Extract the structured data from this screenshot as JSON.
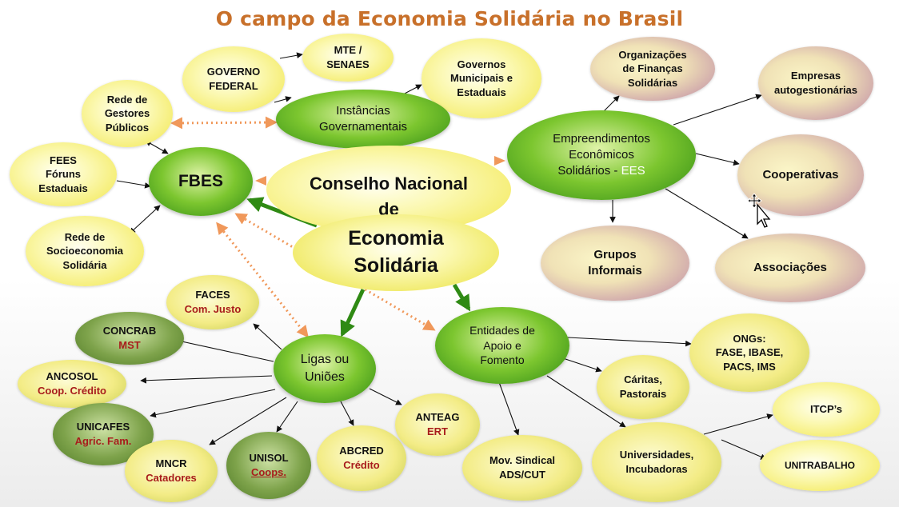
{
  "title": "O campo da Economia Solidária no Brasil",
  "nodes": {
    "governo_federal": [
      "GOVERNO",
      "FEDERAL"
    ],
    "mte": [
      "MTE /",
      "SENAES"
    ],
    "governos_municipais": [
      "Governos",
      "Municipais e",
      "Estaduais"
    ],
    "instancias": [
      "Instâncias",
      "Governamentais"
    ],
    "rede_gestores": [
      "Rede de",
      "Gestores",
      "Públicos"
    ],
    "fees": [
      "FEES",
      "Fóruns",
      "Estaduais"
    ],
    "fbes": "FBES",
    "rede_socio": [
      "Rede de",
      "Socioeconomia",
      "Solidária"
    ],
    "conselho": [
      "Conselho Nacional",
      "de"
    ],
    "economia": [
      "Economia",
      "Solidária"
    ],
    "empreendimentos": [
      "Empreendimentos",
      "Econômicos",
      "Solidários - "
    ],
    "ees": "EES",
    "org_financas": [
      "Organizações",
      "de Finanças",
      "Solidárias"
    ],
    "empresas": [
      "Empresas",
      "autogestionárias"
    ],
    "cooperativas": "Cooperativas",
    "grupos": [
      "Grupos",
      "Informais"
    ],
    "associacoes": "Associações",
    "faces": [
      "FACES",
      "Com. Justo"
    ],
    "concrab": [
      "CONCRAB",
      "MST"
    ],
    "ancosol": [
      "ANCOSOL",
      "Coop. Crédito"
    ],
    "unicafes": [
      "UNICAFES",
      "Agric. Fam."
    ],
    "mncr": [
      "MNCR",
      "Catadores"
    ],
    "unisol": [
      "UNISOL",
      "Coops."
    ],
    "abcred": [
      "ABCRED",
      "Crédito"
    ],
    "anteag": [
      "ANTEAG",
      "ERT"
    ],
    "ligas": [
      "Ligas ou",
      "Uniões"
    ],
    "entidades": [
      "Entidades de",
      "Apoio e",
      "Fomento"
    ],
    "ongs": [
      "ONGs:",
      "FASE, IBASE,",
      "PACS, IMS"
    ],
    "caritas": [
      "Cáritas,",
      "Pastorais"
    ],
    "mov_sindical": [
      "Mov. Sindical",
      "ADS/CUT"
    ],
    "universidades": [
      "Universidades,",
      "Incubadoras"
    ],
    "itcps": "ITCP’s",
    "unitrabalho": "UNITRABALHO"
  },
  "colors": {
    "title": "#c8702a",
    "arrow_dark": "#111111",
    "arrow_green": "#2f8a14",
    "dotted_orange": "#f0985a",
    "sublabel_red": "#a81c1c"
  },
  "icons": [
    "move-cursor-icon"
  ]
}
